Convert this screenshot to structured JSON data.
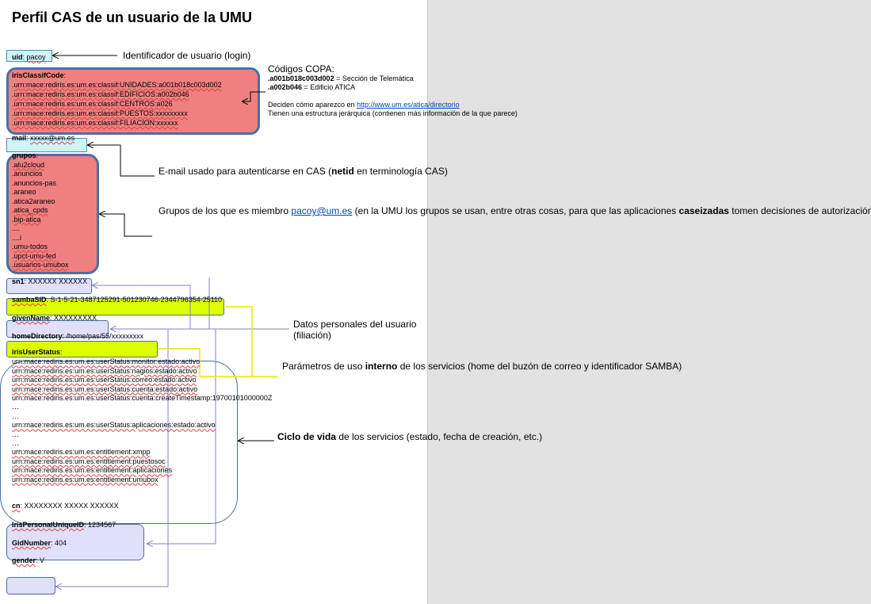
{
  "title": "Perfil CAS de un usuario de la UMU",
  "uid": {
    "key": "uid",
    "sep": ": ",
    "value": "pacoy"
  },
  "irisClassifCode": {
    "key": "irisClassifCode",
    "lines": [
      "urn:mace:rediris.es:um.es:classif:UNIDADES:a001b018c003d002",
      "urn:mace:rediris.es:um.es:classif:EDIFICIOS:a002b046",
      "urn:mace:rediris.es:um.es:classif:CENTROS:a026",
      "urn:mace:rediris.es:um.es:classif:PUESTOS:xxxxxxxxx",
      "urn:mace:rediris.es:um.es:classif:FILIACION:xxxxxx"
    ]
  },
  "mail": {
    "key": "mail",
    "value": "xxxxx@um.es"
  },
  "grupos": {
    "key": "grupos",
    "items": [
      "alu2cloud",
      "anuncios",
      "anuncios-pas",
      "araneo",
      "atica2araneo",
      "atica_cpds",
      "bip-atica",
      "...",
      "...i",
      "umu-todos",
      "upct-umu-fed",
      "usuarios-umubox"
    ]
  },
  "sn1": {
    "key": "sn1",
    "value": "XXXXXX XXXXXX"
  },
  "sambaSID": {
    "key": "sambaSID",
    "value": "S-1-5-21-3487125291-501230746-2344796354-25110"
  },
  "givenName": {
    "key": "givenName",
    "value": "XXXXXXXXX"
  },
  "homeDirectory": {
    "key": "homeDirectory",
    "value": "/home/pas/55/xxxxxxxxx"
  },
  "irisUserStatus": {
    "key": "irisUserStatus",
    "lines": [
      "urn:mace:rediris.es:um.es:userStatus:monitor:estado:activo",
      "urn:mace:rediris.es:um.es:userStatus:nagios:estado:activo",
      "urn:mace:rediris.es:um.es:userStatus:correo:estado:activo",
      "urn:mace:rediris.es:um.es:userStatus:cuenta:estado:activo",
      "urn:mace:rediris.es:um.es:userStatus:cuenta:createTimestamp:19700101000000Z",
      "…",
      "…",
      "urn:mace:rediris.es:um.es:userStatus:aplicaciones:estado:activo",
      "…",
      "…",
      "urn:mace:rediris.es:um.es:entitlement:xmpp",
      "urn:mace:rediris.es:um.es:entitlement:puestosoc",
      "urn:mace:rediris.es:um.es:entitlement:aplicaciones",
      "urn:mace:rediris.es:um.es:entitlement:umubox"
    ]
  },
  "cn": {
    "key": "cn",
    "value": "XXXXXXXX XXXXX XXXXXX"
  },
  "irisPersonalUniqueID": {
    "key": "IrisPersonalUniqueID",
    "value": "1234567"
  },
  "gidNumber": {
    "key": "GidNumber",
    "value": "404"
  },
  "gender": {
    "key": "gender",
    "value": "V"
  },
  "annotations": {
    "login": "Identificador de usuario (login)",
    "copa_title": "Códigos COPA:",
    "copa_1_code": ".a001b018c003d002",
    "copa_1_desc": " = Sección de Telemática",
    "copa_2_code": ".a002b046",
    "copa_2_desc": " = Edificio ATICA",
    "decide_text": "Deciden cómo aparezco en ",
    "decide_link": "http://www.um.es/atica/directorio",
    "tree_text": "Tienen una estructura jerárquica (contienen más información de la que parece)",
    "email_pre": "E-mail usado para autenticarse en CAS (",
    "email_bold": "netid",
    "email_post": " en terminología CAS)",
    "grupos_pre": "Grupos de los que es miembro ",
    "grupos_link": "pacoy@um.es",
    "grupos_mid": " (en la UMU los grupos se usan, entre otras cosas, para que las aplicaciones ",
    "grupos_bold": "caseizadas",
    "grupos_post": " tomen decisiones de autorización)",
    "datos_1": "Datos personales del usuario",
    "datos_2": "(filiación)",
    "param_pre": "Parámetros de uso ",
    "param_bold": "interno",
    "param_post": " de los servicios (home del buzón de correo y identificador SAMBA)",
    "ciclo_bold": "Ciclo de vida",
    "ciclo_post": " de los servicios (estado, fecha de creación, etc.)"
  },
  "colors": {
    "red_box": "#f08080",
    "blue_box": "#e0e0fa",
    "cyan_box": "#cdf5fa",
    "yellow_box": "#ddff00",
    "border_blue": "#4a6fa5"
  }
}
